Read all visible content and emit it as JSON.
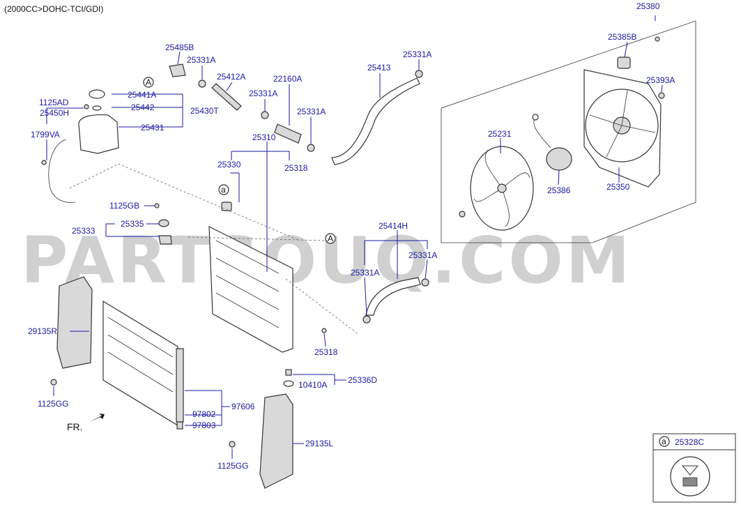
{
  "header": {
    "engine_spec": "(2000CC>DOHC-TCI/GDI)"
  },
  "watermark": "PARTSOUQ.COM",
  "direction": {
    "label": "FR."
  },
  "refs": {
    "a": "a",
    "A": "A"
  },
  "labels": {
    "25380": "25380",
    "25385B": "25385B",
    "25393A": "25393A",
    "25231": "25231",
    "25386": "25386",
    "25350": "25350",
    "25485B": "25485B",
    "25331A_a": "25331A",
    "25331A_b": "25331A",
    "25331A_c": "25331A",
    "25331A_d": "25331A",
    "25331A_e": "25331A",
    "25331A_f": "25331A",
    "25412A": "25412A",
    "22160A": "22160A",
    "25413": "25413",
    "1125AD": "1125AD",
    "25450H": "25450H",
    "25441A": "25441A",
    "25442": "25442",
    "25430T": "25430T",
    "25431": "25431",
    "1799VA": "1799VA",
    "25310": "25310",
    "25318_a": "25318",
    "25318_b": "25318",
    "25330": "25330",
    "1125GB": "1125GB",
    "25335": "25335",
    "25333": "25333",
    "25414H": "25414H",
    "29135R": "29135R",
    "1125GG_a": "1125GG",
    "1125GG_b": "1125GG",
    "97606": "97606",
    "97802": "97802",
    "97803": "97803",
    "29135L": "29135L",
    "25336D": "25336D",
    "10410A": "10410A"
  },
  "legend_box": {
    "ref": "a",
    "part": "25328C"
  }
}
